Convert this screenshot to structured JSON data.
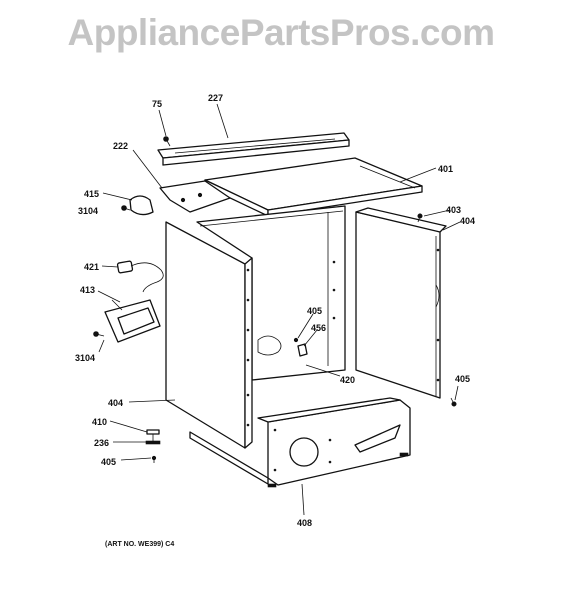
{
  "watermark": "AppliancePartsPros.com",
  "caption": "(ART NO. WE399) C4",
  "callouts": [
    {
      "id": "c75",
      "label": "75"
    },
    {
      "id": "c227",
      "label": "227"
    },
    {
      "id": "c222",
      "label": "222"
    },
    {
      "id": "c401",
      "label": "401"
    },
    {
      "id": "c415",
      "label": "415"
    },
    {
      "id": "c3104a",
      "label": "3104"
    },
    {
      "id": "c403",
      "label": "403"
    },
    {
      "id": "c404a",
      "label": "404"
    },
    {
      "id": "c421",
      "label": "421"
    },
    {
      "id": "c413",
      "label": "413"
    },
    {
      "id": "c405a",
      "label": "405"
    },
    {
      "id": "c456",
      "label": "456"
    },
    {
      "id": "c3104b",
      "label": "3104"
    },
    {
      "id": "c420",
      "label": "420"
    },
    {
      "id": "c405b",
      "label": "405"
    },
    {
      "id": "c404b",
      "label": "404"
    },
    {
      "id": "c410",
      "label": "410"
    },
    {
      "id": "c236",
      "label": "236"
    },
    {
      "id": "c405c",
      "label": "405"
    },
    {
      "id": "c408",
      "label": "408"
    }
  ]
}
